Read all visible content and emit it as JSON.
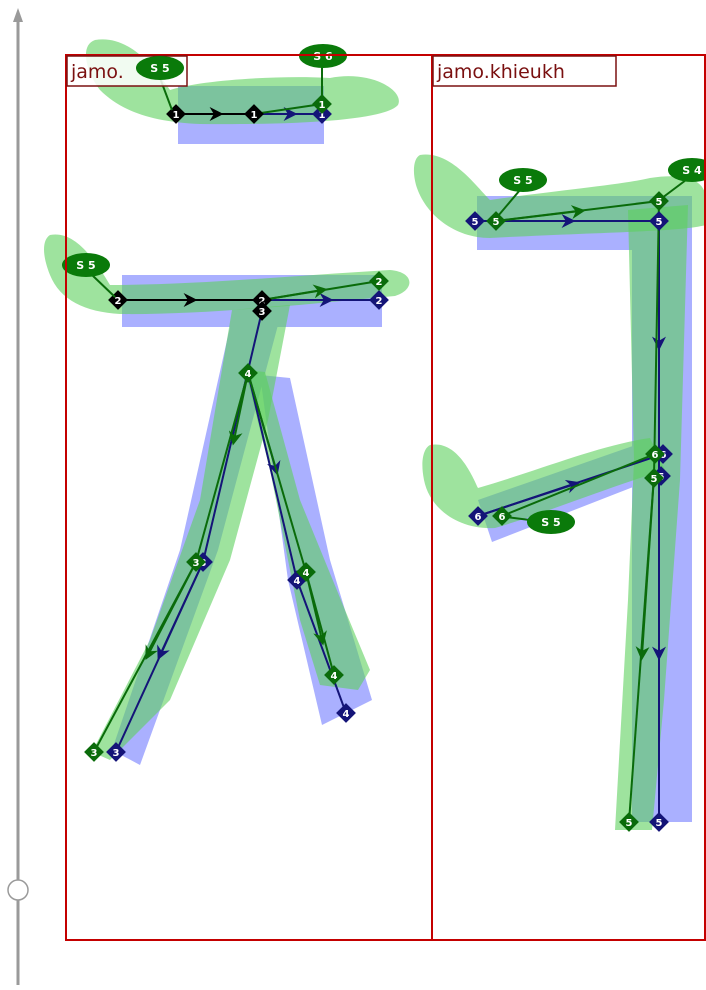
{
  "colors": {
    "frame": "#c40000",
    "label_text": "#7a1010",
    "slider": "#9a9a9a",
    "target_fill": "#aab0ff",
    "target_stroke": "#141478",
    "match_fill": "#5dd05d",
    "match_stroke": "#0a6b0a",
    "overlap_fill": "#5aa898",
    "black": "#000000",
    "white": "#ffffff"
  },
  "timeline": {
    "control": "timeline-slider",
    "icon": "slider-handle-icon"
  },
  "cells": [
    {
      "label": "jamo.",
      "badges": [
        "S 5",
        "S 6",
        "S 5"
      ]
    },
    {
      "label": "jamo.khieukh",
      "badges": [
        "S 5",
        "S 4",
        "S 5"
      ]
    }
  ],
  "nodes": {
    "n1": "1",
    "n2": "2",
    "n3": "3",
    "n4": "4",
    "n5": "5",
    "n6": "6"
  }
}
